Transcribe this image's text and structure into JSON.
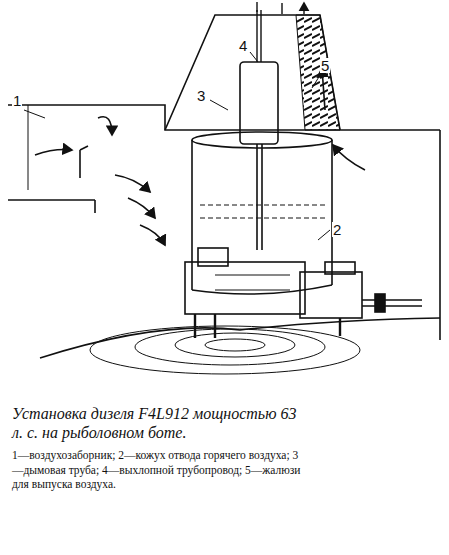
{
  "diagram": {
    "caption": "Установка дизеля F4L912 мощностью 63 л. с. на рыболовном боте.",
    "labels": [
      "1",
      "2",
      "3",
      "4",
      "5",
      "1—воздухозаборник; 2—кожух отвода горячего воздуха; 3—дымовая труба; 4—выхлопной трубопровод; 5—жалюзи для выпуска воздуха."
    ]
  }
}
